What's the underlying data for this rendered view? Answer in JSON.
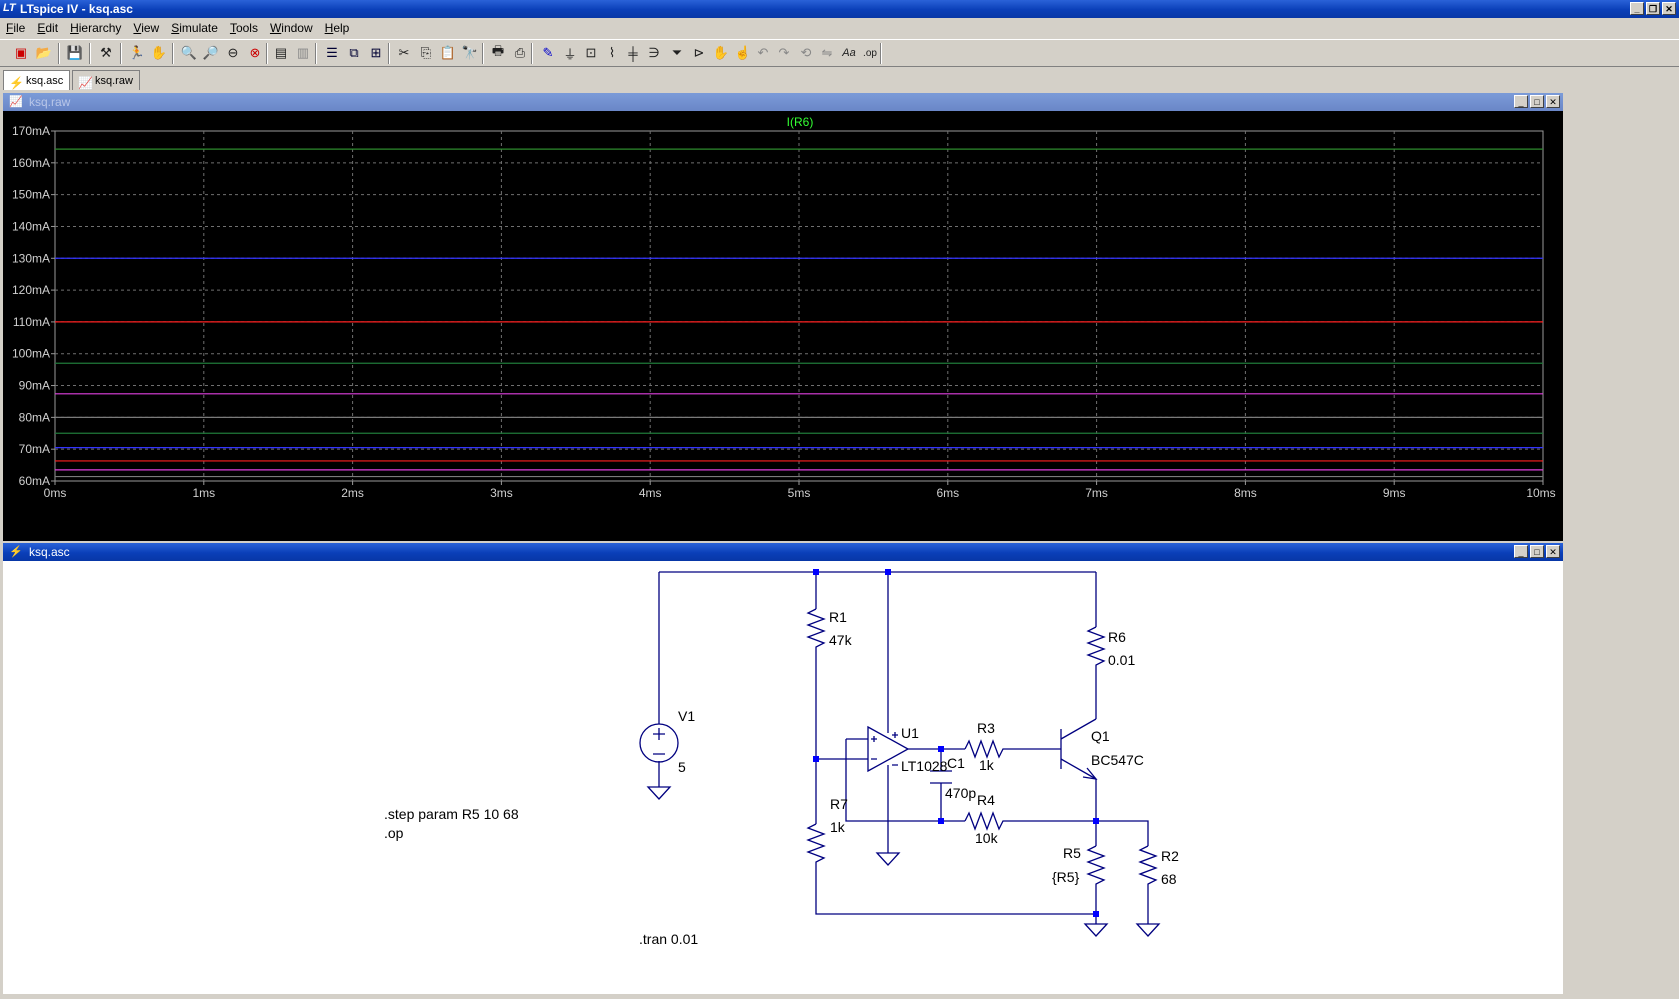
{
  "app": {
    "title": "LTspice IV - ksq.asc"
  },
  "menu": [
    "File",
    "Edit",
    "Hierarchy",
    "View",
    "Simulate",
    "Tools",
    "Window",
    "Help"
  ],
  "tabs": [
    {
      "label": "ksq.asc",
      "icon": "schematic-icon",
      "active": true
    },
    {
      "label": "ksq.raw",
      "icon": "waveform-icon",
      "active": false
    }
  ],
  "plot_window": {
    "title": "ksq.raw"
  },
  "schematic_window": {
    "title": "ksq.asc"
  },
  "chart_data": {
    "type": "line",
    "title": "I(R6)",
    "xlabel": "",
    "ylabel": "",
    "x_ticks": [
      "0ms",
      "1ms",
      "2ms",
      "3ms",
      "4ms",
      "5ms",
      "6ms",
      "7ms",
      "8ms",
      "9ms",
      "10ms"
    ],
    "y_ticks": [
      "60mA",
      "70mA",
      "80mA",
      "90mA",
      "100mA",
      "110mA",
      "120mA",
      "130mA",
      "140mA",
      "150mA",
      "160mA",
      "170mA"
    ],
    "xlim": [
      0,
      10
    ],
    "ylim": [
      60,
      170
    ],
    "grid": true,
    "series": [
      {
        "values": [
          164.3,
          164.3
        ],
        "color": "#2e8b2e"
      },
      {
        "values": [
          130.0,
          130.0
        ],
        "color": "#3333ff"
      },
      {
        "values": [
          110.0,
          110.0
        ],
        "color": "#ff2020"
      },
      {
        "values": [
          97.0,
          97.0
        ],
        "color": "#1f7a3a"
      },
      {
        "values": [
          87.4,
          87.4
        ],
        "color": "#e040e0"
      },
      {
        "values": [
          80.0,
          80.0
        ],
        "color": "#7a7a7a"
      },
      {
        "values": [
          75.0,
          75.0
        ],
        "color": "#1f7a3a"
      },
      {
        "values": [
          70.5,
          70.5
        ],
        "color": "#3333ff"
      },
      {
        "values": [
          66.3,
          66.3
        ],
        "color": "#ff2020"
      },
      {
        "values": [
          63.5,
          63.5
        ],
        "color": "#e040e0"
      },
      {
        "values": [
          61.4,
          61.4
        ],
        "color": "#7a7a7a"
      }
    ]
  },
  "schematic": {
    "components": {
      "R1": {
        "name": "R1",
        "value": "47k"
      },
      "R6": {
        "name": "R6",
        "value": "0.01"
      },
      "V1": {
        "name": "V1",
        "value": "5"
      },
      "U1": {
        "name": "U1",
        "value": "LT1028"
      },
      "R3": {
        "name": "R3",
        "value": "1k"
      },
      "Q1": {
        "name": "Q1",
        "value": "BC547C"
      },
      "C1": {
        "name": "C1",
        "value": "470p"
      },
      "R7": {
        "name": "R7",
        "value": "1k"
      },
      "R4": {
        "name": "R4",
        "value": "10k"
      },
      "R5": {
        "name": "R5",
        "value": "{R5}"
      },
      "R2": {
        "name": "R2",
        "value": "68"
      }
    },
    "directives": {
      "step": ".step param R5 10 68",
      "op": ".op",
      "tran": ".tran 0.01"
    }
  }
}
